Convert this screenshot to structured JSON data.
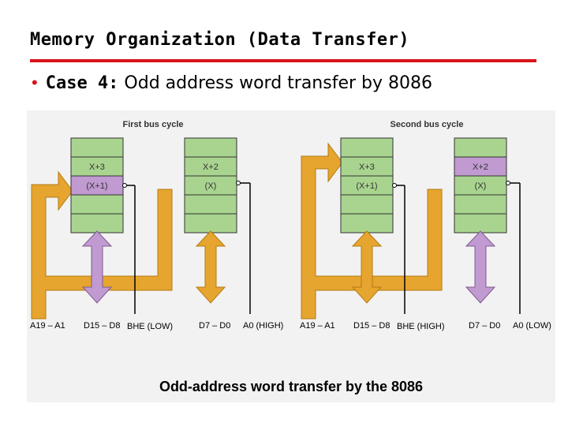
{
  "slide": {
    "title": "Memory Organization (Data Transfer)",
    "bullet_bold": "Case 4:",
    "bullet_text": " Odd address word transfer by 8086"
  },
  "diagram": {
    "caption": "Odd-address word transfer by the 8086",
    "left": {
      "heading": "First bus cycle",
      "high_bank": [
        "X+3",
        "(X+1)"
      ],
      "low_bank": [
        "X+2",
        "(X)"
      ],
      "labels": {
        "addr": "A19 – A1",
        "data_high": "D15 – D8",
        "bhe": "BHE (LOW)",
        "data_low": "D7 – D0",
        "a0": "A0 (HIGH)"
      }
    },
    "right": {
      "heading": "Second bus cycle",
      "high_bank": [
        "X+3",
        "(X+1)"
      ],
      "low_bank": [
        "X+2",
        "(X)"
      ],
      "labels": {
        "addr": "A19 – A1",
        "data_high": "D15 – D8",
        "bhe": "BHE (HIGH)",
        "data_low": "D7 – D0",
        "a0": "A0 (LOW)"
      }
    },
    "colors": {
      "bank_fill": "#a9d48f",
      "selected_cell": "#c19ad1",
      "address_bus": "#e6a52f",
      "data_bus_active": "#c19ad1",
      "data_bus_idle": "#e6a52f",
      "diagram_background": "#f2f2f2"
    }
  }
}
